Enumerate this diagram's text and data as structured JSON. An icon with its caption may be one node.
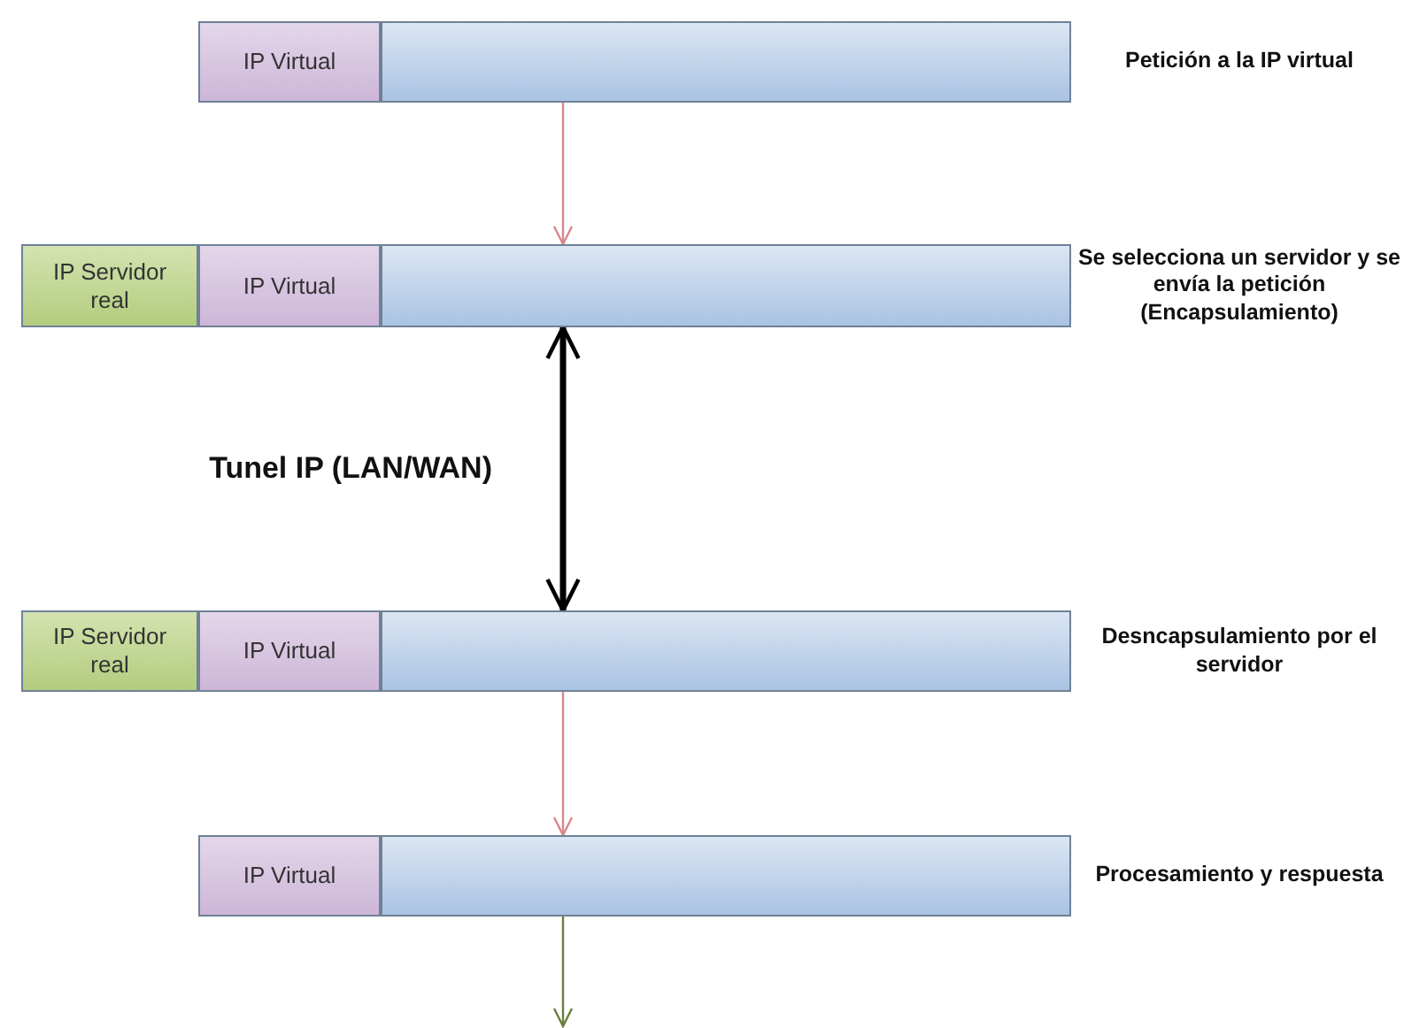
{
  "diagram": {
    "nodes": [
      {
        "text": [
          "IP Virtual"
        ]
      },
      {
        "text": [],
        "shape": "box",
        "beside": [
          "Petición a la IP virtual"
        ]
      },
      {
        "text": [
          "IP Servidor real"
        ]
      },
      {
        "text": [
          "IP Virtual"
        ]
      },
      {
        "text": [],
        "shape": "box",
        "beside": [
          "Se selecciona un servidor y se envía la petición (Encapsulamiento)"
        ]
      },
      {
        "text": [
          "IP Servidor real"
        ]
      },
      {
        "text": [
          "IP Virtual"
        ]
      },
      {
        "text": [],
        "shape": "box",
        "beside": [
          "Desncapsulamiento por el servidor"
        ]
      },
      {
        "text": [
          "IP Virtual"
        ]
      },
      {
        "text": [],
        "shape": "box",
        "beside": [
          "Procesamiento y respuesta"
        ]
      }
    ],
    "edges": [
      {
        "from": 1,
        "to": 4,
        "arrow": "to"
      },
      {
        "from": 4,
        "to": 7,
        "arrow": "both",
        "label": "Tunel IP (LAN/WAN)",
        "style": "thick",
        "color": "#000000"
      },
      {
        "from": 7,
        "to": 9,
        "arrow": "to"
      },
      {
        "from": 9,
        "to": null,
        "arrow": "to",
        "color": "#6b7d3a"
      }
    ]
  }
}
